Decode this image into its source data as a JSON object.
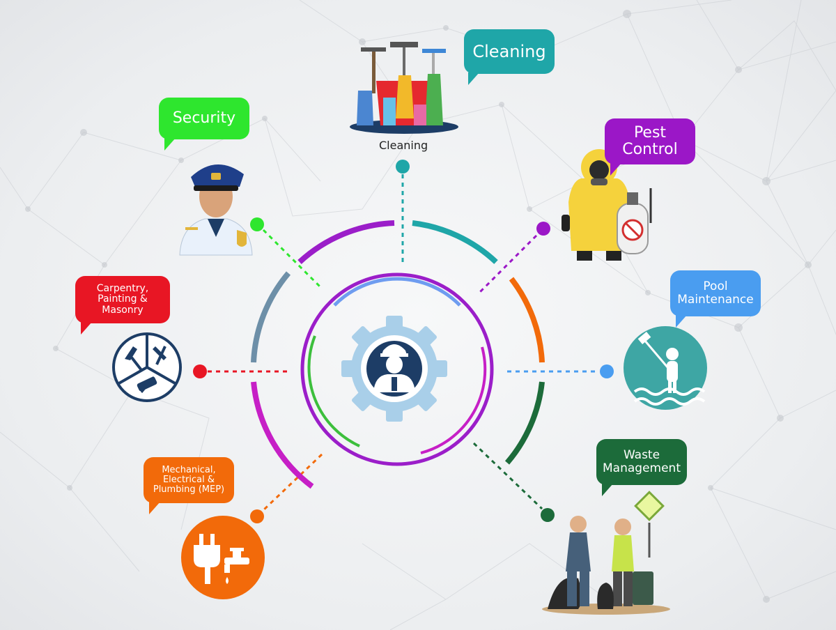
{
  "center": {
    "icon": "worker-gear-icon"
  },
  "colors": {
    "cleaning": "#1fa6a8",
    "security": "#2ee62e",
    "pest_control": "#9b17c7",
    "pool_maintenance": "#4a9df0",
    "waste_management": "#1c6b3a",
    "mep": "#f26a0a",
    "carpentry": "#e81624",
    "ring_purple": "#9b1ec9",
    "ring_magenta": "#c61fc6",
    "ring_slate": "#6d8fa8",
    "ring_blue": "#6e9cf0",
    "ring_green": "#3cbf3c"
  },
  "services": [
    {
      "id": "cleaning",
      "label": "Cleaning",
      "caption": "Cleaning",
      "icon": "cleaning-supplies-icon"
    },
    {
      "id": "security",
      "label": "Security",
      "icon": "security-guard-icon"
    },
    {
      "id": "pest_control",
      "label": "Pest\nControl",
      "icon": "hazmat-sprayer-icon"
    },
    {
      "id": "pool_maintenance",
      "label": "Pool\nMaintenance",
      "icon": "pool-cleaner-icon"
    },
    {
      "id": "waste_management",
      "label": "Waste\nManagement",
      "icon": "waste-workers-icon"
    },
    {
      "id": "mep",
      "label": "Mechanical,\nElectrical &\nPlumbing (MEP)",
      "icon": "plug-tap-icon"
    },
    {
      "id": "carpentry",
      "label": "Carpentry,\nPainting &\nMasonry",
      "icon": "tools-icon"
    }
  ]
}
